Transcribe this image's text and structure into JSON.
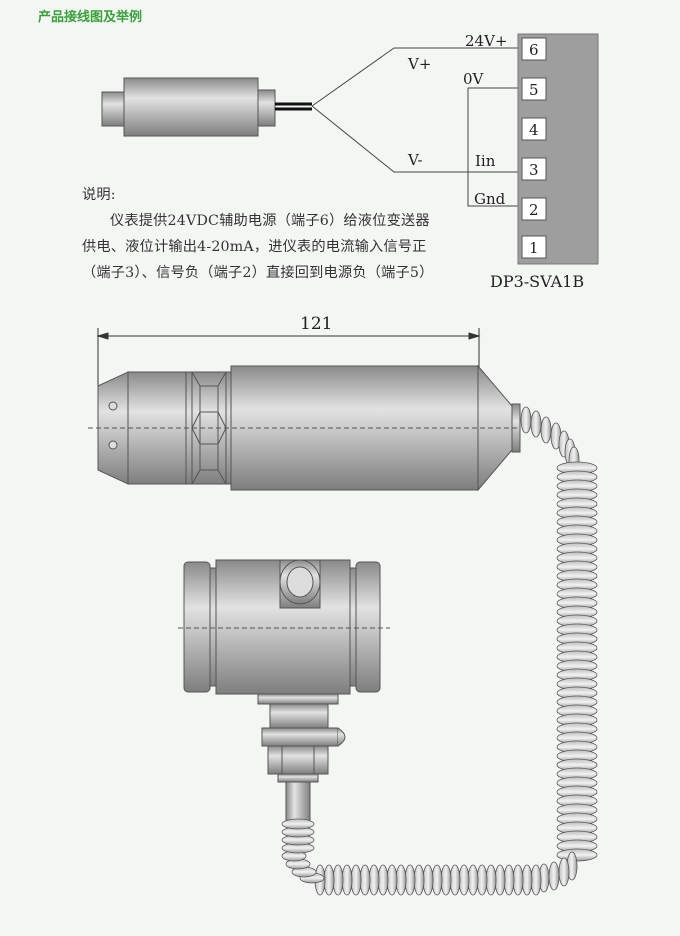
{
  "title": "产品接线图及举例",
  "wiring": {
    "labels": {
      "v_plus": "V+",
      "v_minus": "V-",
      "zero_v": "0V",
      "iin": "Iin",
      "gnd": "Gnd",
      "supply": "24V+"
    },
    "terminals": [
      "6",
      "5",
      "4",
      "3",
      "2",
      "1"
    ],
    "module_name": "DP3-SVA1B"
  },
  "note": {
    "heading": "说明:",
    "lines": [
      "仪表提供24VDC辅助电源（端子6）给液位变送器",
      "供电、液位计输出4-20mA，进仪表的电流输入信号正",
      "（端子3）、信号负（端子2）直接回到电源负（端子5）"
    ]
  },
  "dimension": {
    "length": "121"
  }
}
